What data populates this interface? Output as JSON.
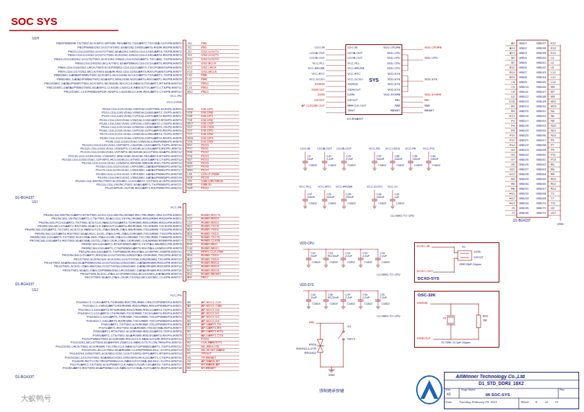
{
  "diagram": {
    "title": "SOC SYS",
    "nodes": [
      {
        "text": [
          "SYS"
        ]
      },
      {
        "text": [
          "DCXO-SYS"
        ]
      },
      {
        "text": [
          "OSC-32K"
        ]
      },
      {
        "text": [
          "AllWinner Technology Co.,Ltd"
        ]
      }
    ],
    "labels": [
      "U1H",
      "PB0/PWM3/IR-TX/TWI2-SCK/SPI1-WP/DBI-TE/UART0-TX/UART2-TX/OWA-OUT/PB-EINT0",
      "PB1/PWM4/I2S2-DOUT3/TWI2-SDA/I2S2-DIN3/UART0-RX/IR-RX/PB-EINT1",
      "PB2/LCD0-D0/I2S2-DOUT2/TWI0-SDA/I2S2-DIN2/LCD0-D18/UART4-TX/PB-EINT2",
      "PB3/LCD0-D1/I2S2-DOUT1/TWI0-SCK/I2S2-DIN1/LCD0-D19/UART4-RX/PB-EINT3",
      "PB4/LCD0-D8/I2S2-DOUT0/TWI1-SCK/I2S2-DIN0/LCD0-D20/UART5-TX/CAN1-TX/PB-EINT4",
      "PB5/LCD0-D9/I2S2-BCLK/TWI1-SDA/PWM0/LCD0-D21/UART5-RX/PB-EINT5",
      "PB6/LCD0-D16/I2S2-LRCK/TWI3-SCK/PWM1/LCD0-D22/UART3-TX/CPUBIST0/PB-EINT6",
      "PB7/LCD0-D17/I2S2-MCLK/TWI3-SDA/IR-RX/LCD0-D23/UART3-RX/CPUBIST1/PB-EINT7",
      "PB8/DMIC-DATA3/PWM5/TWI2-SCK/SPI1-HOLD/DBI-SCLK/UART0-TX/UART1-TX/PB-EINT8",
      "PB9/DMIC-DATA2/PWM6/TWI2-SDA/SPI1-MISO/DBI-SDI/UART0-RX/UART1-RX/PB-EINT9",
      "PB10/DMIC-DATA1/PWM7/TWI0-SCK/SPI1-MOSI/DBI-SDO/CLK-FANOUT0/UART1-RTS/PB-EINT10",
      "PB11/DMIC-DATA0/PWM2/TWI0-SDA/SPI1-CLK/DBI-CSX/CLK-FANOUT1/UART1-CTS/PB-EINT11",
      "PB12/DMIC-CLK/PWM0/SPDIF-IN/SPI1-CS0/DBI-DCX/IR-RX/UART1-CTS/PB-EINT12",
      "J10",
      "J11",
      "J12",
      "J13",
      "K10",
      "K11",
      "K12",
      "K13",
      "L10",
      "L11",
      "L12",
      "L13",
      "M12",
      "PB0",
      "PB1",
      "I2S2-DOUT2",
      "I2S2-DOUT1",
      "I2S2-DOUT0",
      "I2S2-BCLK",
      "I2S2-LRCK",
      "I2S2-MCLK",
      "PB8",
      "PB9",
      "PB10",
      "PB11",
      "PB12",
      "VCC-PD",
      "VCC-LVDS",
      "PD0/LCD0-D2/LVDS0-V0P/DSI-D0P/TWI0-SCK/PD-EINT0",
      "PD1/LCD0-D3/LVDS0-V0N/DSI-D0N/UART2-TX/PD-EINT1",
      "PD2/LCD0-D4/LVDS0-V1P/DSI-D1P/UART2-RX/PD-EINT2",
      "PD3/LCD0-D5/LVDS0-V1N/DSI-D1N/UART2-RTS/PD-EINT3",
      "PD4/LCD0-D6/LVDS0-V2P/DSI-CKP/UART2-CTS/PD-EINT4",
      "PD5/LCD0-D7/LVDS0-V2N/DSI-CKN/UART5-TX/PD-EINT5",
      "PD6/LCD0-D10/LVDS0-CKP/DSI-D2P/UART5-RX/PD-EINT6",
      "PD7/LCD0-D11/LVDS0-CKN/DSI-D2N/UART4-TX/PD-EINT7",
      "PD8/LCD0-D12/LVDS0-V3P/DSI-D3P/UART4-RX/PD-EINT8",
      "PD9/LCD0-D13/LVDS0-V3N/DSI-D3N/PWM6/PD-EINT9",
      "PD10/LCD0-D14/LVDS1-V0P/SPI1-CS0/DBI-CSX/UART3-TX/PD-EINT10",
      "PD11/LCD0-D15/LVDS1-V0N/SPI1-CLK/DBI-SCLK/UART3-RX/PD-EINT11",
      "PD12/LCD0-D18/LVDS1-V1P/SPI1-MOSI/DBI-SDO/TWI0-SDA/PD-EINT12",
      "PD13/LCD0-D19/LVDS1-V1N/SPI1-MISO/DBI-SDI/DBI-TE/UART3-RTS/PD-EINT13",
      "PD14/LCD0-D20/LVDS1-V2P/SPI1-HOLD/DBI-DCX/TWI1-SCK/UART3-CTS/PD-EINT14",
      "PD15/LCD0-D21/LVDS1-V2N/SPI1-WP/DBI-WRX/IR-RX/CTS/PD-EINT15",
      "PD16/LCD0-D22/LVDS1-CKP/DMIC-DATA3/PWM0/PD-EINT16",
      "PD17/LCD0-D23/LVDS1-CKN/DMIC-DATA2/PWM1/PD-EINT17",
      "PD18/LCD0-CLK/LVDS1-V3P/DMIC-DATA1/PWM2/PD-EINT18",
      "PD19/LCD0-DE/LVDS1-V3N/DMIC-DATA0/PWM3/PD-EINT19",
      "PD20/LCD0-HSYNC/TWI2-SCK/DMIC-CLK/UART2-TX/TWI3-SCK/PD-EINT20",
      "PD21/LCD0-VSYNC/TWI2-SDA/UART1-TX/PWM5/PD-EINT21",
      "PD22/SPDIF-OUT/IR-RX/UART1-RX/PWM7/PD-EINT22",
      "W18",
      "V18",
      "U18",
      "T18",
      "W17",
      "V17",
      "U17",
      "T17",
      "W16",
      "V16",
      "R17",
      "P17",
      "R16",
      "P16",
      "N17",
      "N16",
      "M17",
      "M16",
      "L18",
      "K18",
      "J18",
      "H18",
      "G18",
      "DSI-DP0",
      "DSI-DN0",
      "DSI-DP1",
      "DSI-DN1",
      "DSI-CKP",
      "DSI-CKN",
      "DSI-DP2",
      "DSI-DN2",
      "DSI-DP3",
      "DSI-DN3",
      "PD10",
      "PD11",
      "PD12",
      "PD13",
      "PD14",
      "PD15",
      "PD16",
      "PD17",
      "CPU-P-PWM",
      "PD19",
      "USB-DRVVBUS",
      "USB-ID",
      "PD22",
      "D1-BGA337",
      "U1I",
      "VCC-PE",
      "PE0/NCSI0-HSYNC/UART2-RTS/TWI1-SCK/LCD0-HSYNC/RGMII-RXCTRL/RMII-CRS-DV/PE-EINT0",
      "PE1/NCSI0-VSYNC/UART2-CTS/TWI1-SDA/LCD0-VSYNC/RGMII-RXD0/RMII-RXD0/PE-EINT1",
      "PE2/NCSI0-PCLK/UART2-TX/TWI0-SCK/CLK-FANOUT0/UART0-TX/RGMII-RXD1/RMII-RXD1/PE-EINT2",
      "PE3/NCSI0-MCLK/UART2-RX/TWI0-SDA/CLK-FANOUT1/UART0-RX/RGMII-TXCK/RMII-TXCK/PE-EINT3",
      "PE4/NCSI0-D0/UART4-TX/TWI2-SCK/CLK-FANOUT2/D-JTAG-MS/R-JTAG-MS/RGMII-TXD0/RMII-TXD0/PE-EINT4",
      "PE5/NCSI0-D1/UART4-RX/TWI2-SDA/LEDC-DO/D-JTAG-DI/R-JTAG-DI/RGMII-TXD1/RMII-TXD1/PE-EINT5",
      "PE6/NCSI0-D2/UART5-TX/TWI3-SCK/OWA-IN/D-JTAG-DO/R-JTAG-DO/RGMII-TXCTRL/RMII-TXEN/PE-EINT6",
      "PE7/NCSI0-D3/UART5-RX/TWI3-SDA/OWA-OUT/D-JTAG-CK/R-JTAG-CK/RGMII-CLKIN/RMII-RXER/PE-EINT7",
      "PE8/NCSI0-D4/UART1-RTS/PWM2/UART3-TX/JTAG-MS/MDC/PE-EINT8",
      "PE9/NCSI0-D5/UART1-CTS/PWM3/UART3-RX/JTAG-DI/MDIO/PE-EINT9",
      "PE10/NCSI0-D6/UART1-TX/PWM4/IR-RX/JTAG-DO/EPHY-25M/PE-EINT10",
      "PE11/NCSI0-D7/UART1-RX/I2S0-DOUT3/I2S0-DIN3/JTAG-CK/RGMII-TXD2/PE-EINT11",
      "PE12/TWI2-SCK/NCSI0-SCK/I2S0-DOUT2/I2S0-DIN2/RGMII-TXD3/PE-EINT12",
      "PE13/TWI2-SDA/NCSI0-SDA/PWM5/I2S0-DOUT0/I2S0-DIN1/DMIC-DATA3/RGMII-RXD2/PE-EINT13",
      "PE14/TWI1-SCK/D-JTAG-MS/I2S0-DOUT1/I2S0-DIN0/DMIC-DATA2/RGMII-RXD3/PE-EINT14",
      "PE15/TWI1-SDA/D-JTAG-DI/PWM6/I2S0-LRCK/DMIC-DATA1/RGMII-RXCK/PE-EINT15",
      "PE16/TWI3-SCK/D-JTAG-DO/PWM7/I2S0-BCLK/DMIC-DATA0/PE-EINT16",
      "PE17/TWI3-SDA/D-JTAG-CK/IR-TX/I2S0-MCLK/DMIC-CLK/PE-EINT17",
      "E17",
      "D17",
      "C17",
      "B17",
      "A16",
      "B15",
      "C15",
      "D15",
      "E16",
      "D14",
      "C14",
      "B13",
      "A12",
      "C12",
      "D12",
      "E12",
      "B12",
      "A11",
      "RGMII-RXCTL",
      "RGMII-RXD0",
      "RGMII-RXD1",
      "RGMII-TXCK",
      "RGMII-TXD0",
      "RGMII-TXD1",
      "RGMII-TXCTL",
      "RGMII-CLKIN",
      "RGMII-MDC",
      "RGMII-MDIO",
      "EPHY-CLK-25M",
      "RGMII-TXD2",
      "RGMII-TXD3",
      "RGMII-RXD2",
      "RGMII-RXD3",
      "RGMII-RXCK",
      "RGMII-RESET",
      "PE17",
      "D1-BGA337",
      "U1J",
      "VCC-PG",
      "PG0/SDC1-CLK/UART3-TX/RGMII-RXCTRL/RMII-CRS-DV/PWM7/PG-EINT0",
      "PG1/SDC1-CMD/UART3-RX/RGMII-RXD0/RMII-RXD0/PWM6/PG-EINT1",
      "PG2/SDC1-D0/UART3-RTS/RGMII-RXD1/RMII-RXD1/UART4-TX/PG-EINT2",
      "PG3/SDC1-D1/UART3-CTS/RGMII-TXCK/RMII-TXCK/UART4-RX/PG-EINT3",
      "PG4/SDC1-D2/UART5-TX/RGMII-TXD0/RMII-TXD0/PWM5/PG-EINT4",
      "PG5/SDC1-D3/UART5-RX/RGMII-TXD1/RMII-TXD1/PWM4/PG-EINT5",
      "PG6/UART1-TX/TWI2-SCK/RGMII-TXD2/PWM1/PG-EINT6",
      "PG7/UART1-RX/TWI2-SDA/RGMII-TXD3/OWA-IN/PG-EINT7",
      "PG8/UART1-RTS/TWI1-SCK/RGMII-RXD2/UART3-TX/PG-EINT8",
      "PG9/UART1-CTS/TWI1-SDA/RGMII-RXD3/UART3-RX/PG-EINT9",
      "PG10/PWM3/TWI3-SCK/RGMII-RXCK/CLK-FANOUT0/IR-RX/PG-EINT10",
      "PG11/I2S1-MCLK/TWI3-SDA/EPHY-25M/CLK-FANOUT1/TCON-TRIG/PG-EINT11",
      "PG12/I2S1-LRCK/TWI0-SCK/RGMII-TXCTRL/CLK-FANOUT2/PWM0/UART1-TX/PG-EINT12",
      "PG13/I2S1-BCLK/TWI0-SDA/RGMII-CLKIN/PWM2/LEDC-DO/PG-EINT13",
      "PG14/I2S1-DIN0/TWI2-SCK/MDC/I2S1-DOUT1/SPI0-WP/UART1-RTS/PG-EINT14",
      "PG15/I2S1-DOUT0/TWI2-SDA/MDIO/I2S1-DIN1/SPI0-HOLD/UART1-CTS/PG-EINT15",
      "PG16/IR-RX/TCON-TRIG/PWM5/CLK-FANOUT2/OWA-IN/LEDC-DO/PG-EINT16",
      "PG17/UART2-TX/TWI3-SCK/PWM7/CLK-FANOUT0/IR-TX/UART0-TX/PG-EINT17",
      "PG18/UART2-RX/TWI3-SDA/PWM6/CLK-FANOUT1/OWA-OUT/UART0-RX/PG-EINT18",
      "B4",
      "A4",
      "C4",
      "D4",
      "E4",
      "B3",
      "A3",
      "C2",
      "B1",
      "C1",
      "D1",
      "E2",
      "F2",
      "E1",
      "F1",
      "G1",
      "G2",
      "H2",
      "H1",
      "AP-SDC1-CLK",
      "AP-SDC1-CMD",
      "AP-SDC1-D0",
      "AP-SDC1-D1",
      "AP-SDC1-D2",
      "AP-SDC1-D3",
      "AP-UART1-TX",
      "AP-UART1-RX",
      "AP-UART1-RTS",
      "AP-UART1-CTS",
      "PG10",
      "CLK-FANOUT1",
      "WL-REG-ON",
      "WL-HOST-WAKE",
      "TPOUT",
      "TP-RESET",
      "AP-WAKE-BT",
      "BT-WAKE-AP",
      "BT-RESET",
      "D1-BGA337",
      "LDO-IN",
      "LDOA-OUT",
      "LDOB-OUT",
      "VCC-PLL",
      "VCC-EFUSE",
      "VCC-RTC",
      "VCC-DCXO",
      "X32KIN",
      "X32KOUT",
      "DXIN",
      "DXOUT",
      "REFCLK-OUT",
      "TEST",
      "VDD-CPUFB",
      "VDD-CPU",
      "VDD-CPU",
      "VDD-CPU",
      "VDD-CPU",
      "VDD-SYS",
      "VDD-SYS",
      "VDD-SYS",
      "VDD-SYS",
      "VDD-SYSFB",
      "FEL",
      "NMI",
      "RESET",
      "LDO-IN",
      "LDOA-OUT",
      "LDOB-OUT",
      "VCC-PLL",
      "VCC-EFUSE",
      "VCC-RTC",
      "VCC-DCXO",
      "X32KIN",
      "X32KOUT",
      "DXIN",
      "DXOUT",
      "AP-CLK24M-OUT",
      "VDD-CPUFB",
      "VDD-CPU",
      "VDD-SYS",
      "VDD-SYSFB",
      "FEL",
      "NMI",
      "RESET",
      "D1-BGA337",
      "LDO-IN",
      "LDOA-OUT",
      "LDOB-OUT",
      "VCC-PD",
      "VCC-LVDS",
      "VCC-PE",
      "VCC-PG",
      "C3",
      "10uF",
      "C0603",
      "C22",
      "2.2uF",
      "C0402",
      "C23",
      "2.2uF",
      "C0402",
      "C37",
      "100nF",
      "C0402",
      "C38",
      "100nF",
      "C0402",
      "C39",
      "100nF",
      "C0402",
      "C40",
      "100nF",
      "C0402",
      "VCC-PLL",
      "VCC-RTC",
      "VCC-EFUSE",
      "VCC-DCXO",
      "VCC-IO",
      "C27",
      "100nF",
      "C0402",
      "C25",
      "100nF",
      "C0402",
      "C28",
      "100nF",
      "C0402",
      "C44",
      "100nF",
      "C0402",
      "C45",
      "1uF",
      "C0402",
      "CLOSED TO CPU",
      "VDD-CPU",
      "C12",
      "10uF",
      "C0603",
      "C13",
      "NC/10uF",
      "C0603",
      "C14",
      "2.2uF",
      "C0402",
      "C15",
      "2.2uF",
      "C0402",
      "C16",
      "2.2uF",
      "C0402",
      "CLOSED TO CPU",
      "VDD-SYS",
      "C34",
      "10uF",
      "C0603",
      "C36",
      "NC/10uF",
      "C0603",
      "C29",
      "2.2uF",
      "C0402",
      "C30",
      "2.2uF",
      "C0402",
      "C31",
      "2.2uF",
      "C0402",
      "CLOSED TO CPU",
      "FEL",
      "K1",
      "KEY1",
      "ESD6",
      "ESD9X5.0-2/TR",
      "ESD0402",
      "GND",
      "强制烧录按键",
      "A1",
      "A13",
      "A17",
      "B2",
      "B7",
      "B11",
      "B14",
      "B16",
      "C3",
      "C5",
      "C9",
      "D2",
      "D16",
      "E5",
      "E9",
      "E13",
      "F4",
      "F6",
      "F8",
      "F10",
      "F12",
      "F14",
      "G3",
      "G5",
      "G7",
      "G9",
      "G11",
      "G13",
      "H4",
      "H6",
      "H8",
      "H10",
      "H12",
      "H14",
      "J5",
      "J7",
      "GND1",
      "GND2",
      "GND3",
      "GND4",
      "GND5",
      "GND6",
      "GND7",
      "GND8",
      "GND9",
      "GND10",
      "GND11",
      "GND12",
      "GND13",
      "GND14",
      "GND15",
      "GND16",
      "GND17",
      "GND18",
      "GND19",
      "GND20",
      "GND21",
      "GND22",
      "GND23",
      "GND24",
      "GND25",
      "GND26",
      "GND27",
      "GND28",
      "GND29",
      "GND30",
      "GND31",
      "GND32",
      "GND33",
      "GND34",
      "GND35",
      "GND36",
      "GND37",
      "GND38",
      "GND39",
      "GND40",
      "GND41",
      "GND42",
      "GND43",
      "GND44",
      "GND45",
      "GND46",
      "GND47",
      "GND48",
      "GND49",
      "GND50",
      "GND51",
      "GND52",
      "GND53",
      "GND54",
      "GND55",
      "GND56",
      "GND57",
      "GND58",
      "GND59",
      "GND60",
      "GND61",
      "GND62",
      "GND63",
      "GND64",
      "GND65",
      "GND66",
      "GND67",
      "GND68",
      "GND69",
      "GND70",
      "GND71",
      "GND72",
      "K12",
      "K13",
      "K14",
      "L4",
      "L6",
      "L8",
      "L10",
      "L12",
      "L14",
      "M5",
      "M7",
      "M9",
      "M11",
      "M13",
      "N4",
      "N6",
      "N8",
      "N10",
      "N12",
      "N14",
      "P5",
      "P7",
      "P9",
      "P11",
      "P13",
      "R4",
      "R6",
      "R8",
      "R10",
      "R12",
      "R14",
      "T3",
      "T7",
      "T11",
      "U2",
      "U17",
      "D1-BGA337",
      "GND",
      "DCXO-IN",
      "X1",
      "DXIN",
      "DXOUT",
      "24M-18pF-10ppm",
      "DCXO-OUT",
      "X32KIN",
      "Y2",
      "R15",
      "1M",
      "X32KOUT",
      "32.768K-12.5pF-20ppm",
      "D1_STD_DDR3_16X2",
      "Size",
      "A3",
      "Page Name",
      "06 SOC-SYS",
      "Rev",
      "Date:",
      "Tuesday, February 23, 2021",
      "Sheet",
      "6",
      "of",
      "12",
      "大蚁鸭号"
    ]
  }
}
